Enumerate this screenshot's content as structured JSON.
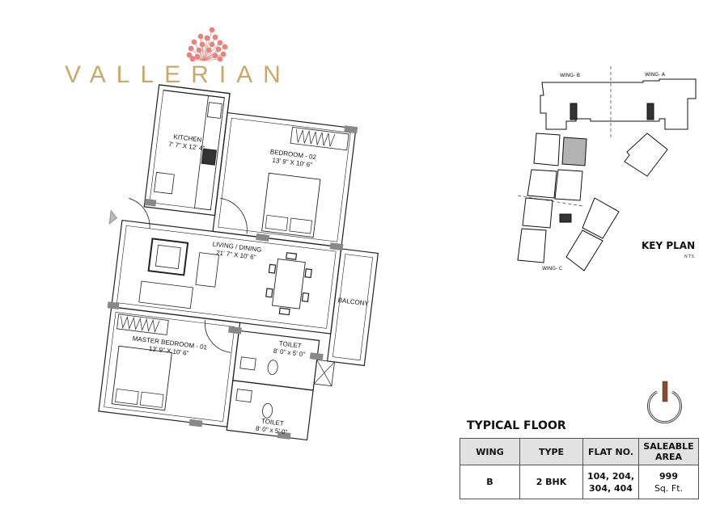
{
  "brand": {
    "name": "VALLERIAN",
    "logo_color": "#e8827a",
    "text_color": "#c9a96a"
  },
  "floor_plan": {
    "rooms": [
      {
        "name": "KITCHEN",
        "size": "7' 7\" X 12' 4\""
      },
      {
        "name": "BEDROOM - 02",
        "size": "13' 9\" X 10' 6\""
      },
      {
        "name": "LIVING / DINING",
        "size": "21' 7\" X 10' 6\""
      },
      {
        "name": "BALCONY",
        "size": ""
      },
      {
        "name": "MASTER BEDROOM - 01",
        "size": "13' 9\" X 10' 6\""
      },
      {
        "name": "TOILET",
        "size": "8' 0\" x 5' 0\""
      },
      {
        "name": "TOILET",
        "size": "8' 0\" x 5' 0\""
      }
    ]
  },
  "key_plan": {
    "title": "KEY PLAN",
    "subtitle": "NTS",
    "wings": [
      "WING- B",
      "WING- A",
      "WING- C"
    ],
    "highlight_color": "#b3b3b3"
  },
  "north_indicator": {
    "icon": "north-arrow-icon",
    "color": "#8b4a2b"
  },
  "table": {
    "title": "TYPICAL FLOOR",
    "headers": [
      "WING",
      "TYPE",
      "FLAT NO.",
      "SALEABLE AREA"
    ],
    "header_lines": {
      "area_1": "SALEABLE",
      "area_2": "AREA"
    },
    "row": {
      "wing": "B",
      "type": "2 BHK",
      "flat_1": "104, 204,",
      "flat_2": "304, 404",
      "area": "999",
      "unit": "Sq. Ft."
    }
  }
}
